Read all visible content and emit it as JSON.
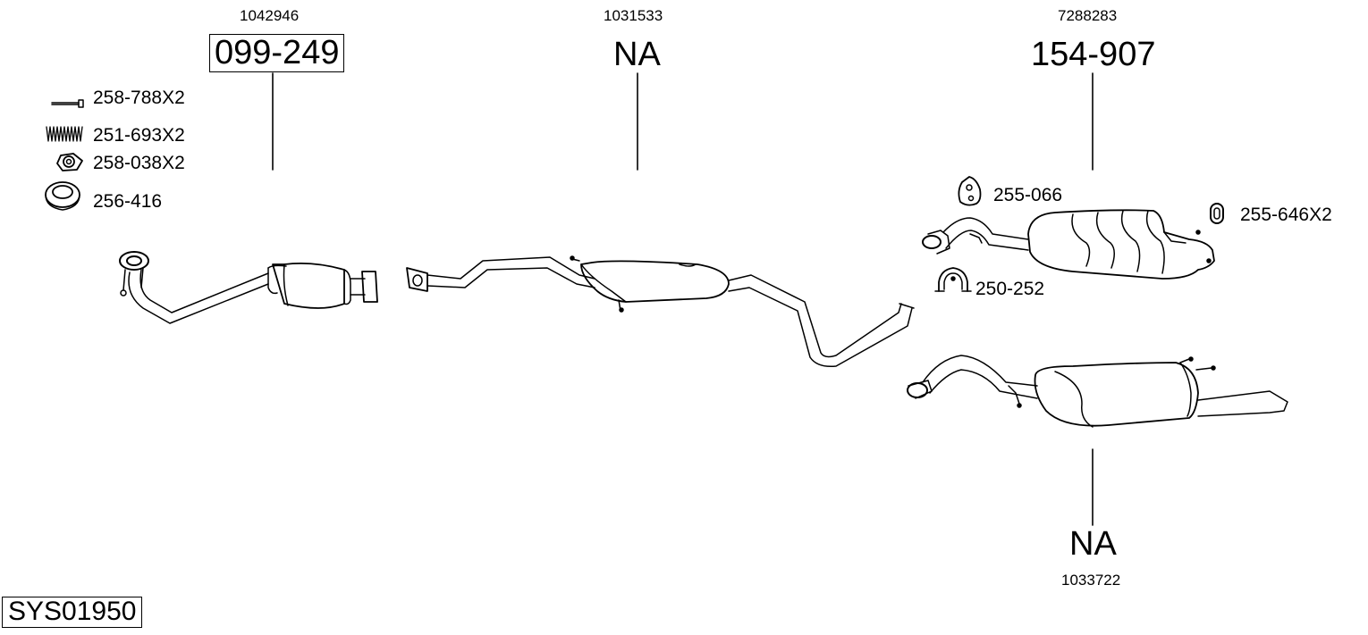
{
  "diagram_id": "SYS01950",
  "parts": [
    {
      "ref": "1042946",
      "code": "099-249",
      "boxed": true
    },
    {
      "ref": "1031533",
      "code": "NA",
      "boxed": false
    },
    {
      "ref": "7288283",
      "code": "154-907",
      "boxed": false
    },
    {
      "ref": "1033722",
      "code": "NA",
      "boxed": false
    }
  ],
  "accessories": [
    {
      "code": "258-788X2",
      "icon": "bolt-icon"
    },
    {
      "code": "251-693X2",
      "icon": "spring-icon"
    },
    {
      "code": "258-038X2",
      "icon": "nut-icon"
    },
    {
      "code": "256-416",
      "icon": "gasket-ring-icon"
    },
    {
      "code": "255-066",
      "icon": "rubber-hanger-icon"
    },
    {
      "code": "255-646X2",
      "icon": "rubber-ring-icon"
    },
    {
      "code": "250-252",
      "icon": "clamp-icon"
    }
  ]
}
